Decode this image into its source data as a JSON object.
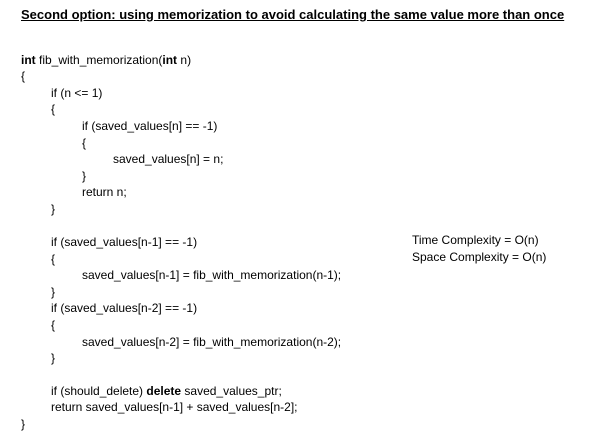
{
  "title": "Second option: using memorization to avoid calculating the same value more than once",
  "code": {
    "signature_kw": "int",
    "signature_mid": " fib_with_memorization(",
    "signature_kw2": "int",
    "signature_end": " n)",
    "lines": [
      "{",
      "if (n <= 1)",
      "{",
      "if (saved_values[n] == -1)",
      "{",
      "saved_values[n] = n;",
      "}",
      "return n;",
      "}",
      "if (saved_values[n-1] == -1)",
      "{",
      "saved_values[n-1] = fib_with_memorization(n-1);",
      "}",
      "if (saved_values[n-2] == -1)",
      "{",
      "saved_values[n-2] = fib_with_memorization(n-2);",
      "}",
      "}"
    ],
    "delete_pre": "if (should_delete) ",
    "delete_kw": "delete",
    "delete_post": " saved_values_ptr;",
    "return_line": "return saved_values[n-1] + saved_values[n-2];"
  },
  "complexity": {
    "time": "Time Complexity = O(n)",
    "space": "Space Complexity = O(n)"
  }
}
